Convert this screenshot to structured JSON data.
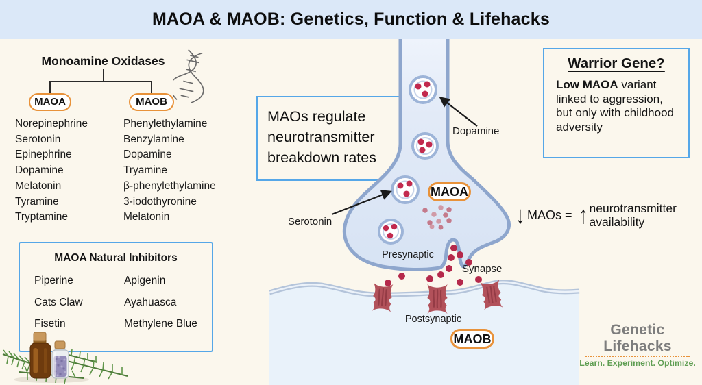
{
  "title": "MAOA & MAOB: Genetics, Function & Lifehacks",
  "taxonomy": {
    "heading": "Monoamine Oxidases",
    "branches": [
      {
        "label": "MAOA",
        "substrates": [
          "Norepinephrine",
          "Serotonin",
          "Epinephrine",
          "Dopamine",
          "Melatonin",
          "Tyramine",
          "Tryptamine"
        ]
      },
      {
        "label": "MAOB",
        "substrates": [
          "Phenylethylamine",
          "Benzylamine",
          "Dopamine",
          "Tryamine",
          "β-phenylethylamine",
          "3-iodothyronine",
          "Melatonin"
        ]
      }
    ]
  },
  "inhibitors": {
    "heading": "MAOA Natural Inhibitors",
    "column1": [
      "Piperine",
      "Cats Claw",
      "Fisetin"
    ],
    "column2": [
      "Apigenin",
      "Ayahuasca",
      "Methylene Blue"
    ]
  },
  "function_callout": {
    "line1": "MAOs regulate",
    "line2": "neurotransmitter",
    "line3": "breakdown rates"
  },
  "warrior_callout": {
    "title": "Warrior Gene?",
    "highlight": "Low MAOA",
    "body": " variant linked to aggression, but only with childhood adversity"
  },
  "equation": {
    "down_arrow": "↓",
    "maos": "MAOs =",
    "up_arrow": "↑",
    "line1": "neurotransmitter",
    "line2": "availability"
  },
  "synapse_labels": {
    "dopamine": "Dopamine",
    "serotonin": "Serotonin",
    "presynaptic": "Presynaptic",
    "synapse": "Synapse",
    "postsynaptic": "Postsynaptic",
    "maoa": "MAOA",
    "maob": "MAOB"
  },
  "logo": {
    "name": "Genetic Lifehacks",
    "tagline": "Learn. Experiment. Optimize."
  },
  "colors": {
    "banner_bg": "#dbe8f8",
    "page_bg": "#fbf7ed",
    "accent_orange": "#e8923a",
    "callout_border_blue": "#55a7e8",
    "neuron_fill": "#dde7f6",
    "neuron_stroke": "#8ea6cd",
    "neurotransmitter_red": "#b5294b",
    "receptor_red": "#b2515a",
    "postsynaptic_bg": "#e9f2fa",
    "logo_gray": "#7d7d7d",
    "logo_green": "#5f9e53"
  }
}
